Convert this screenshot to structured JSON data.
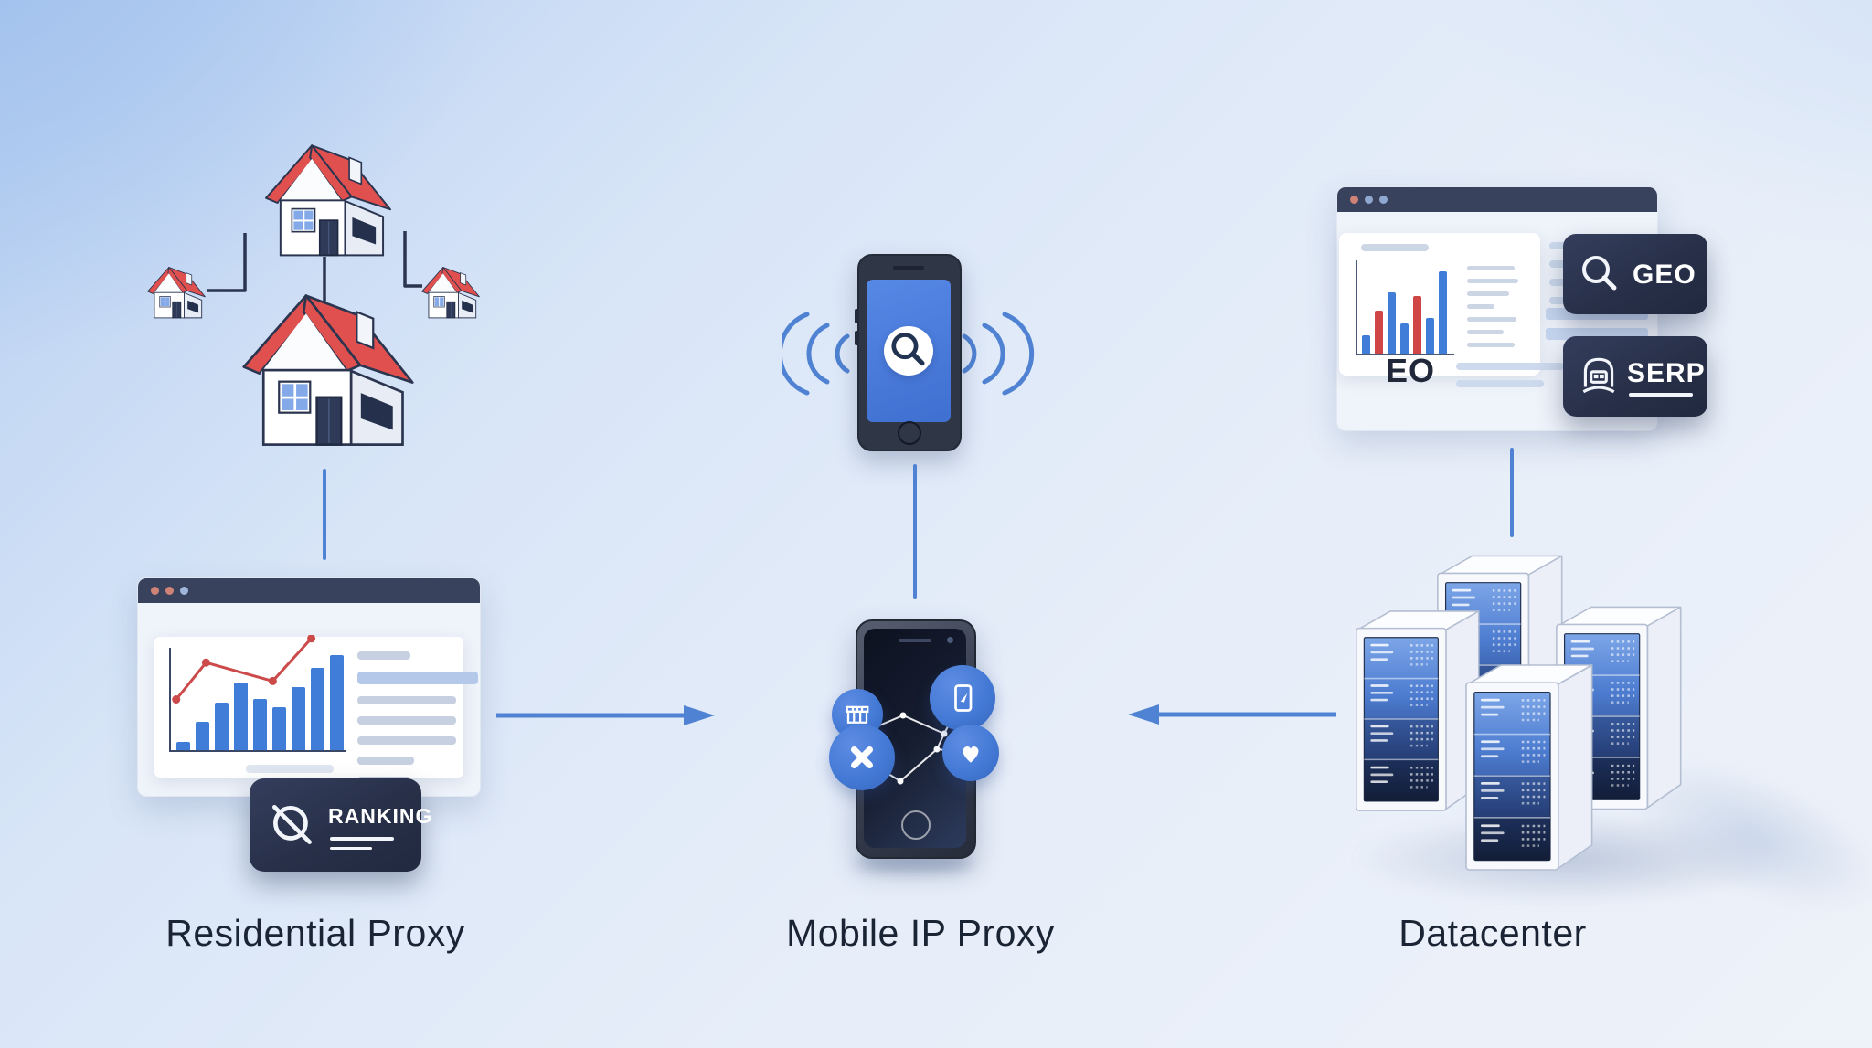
{
  "labels": {
    "residential": "Residential Proxy",
    "mobile": "Mobile IP Proxy",
    "datacenter": "Datacenter"
  },
  "left_browser": {
    "window_dots": [
      "#cf8276",
      "#cf8276",
      "#9fb6dc"
    ],
    "card_lines": {
      "widths": [
        58,
        132,
        108,
        108,
        108,
        62,
        58
      ],
      "highlight_index": 1
    },
    "ranking_badge": {
      "label": "RANKING",
      "icon": "search-slash-icon",
      "underline_widths": [
        70,
        46
      ]
    }
  },
  "mobile": {
    "top_phone_icon": "search-icon",
    "bubble_icons": [
      "storefront-icon",
      "cross-x-icon",
      "phone-send-icon",
      "heart-icon"
    ]
  },
  "right_browser": {
    "window_dots": [
      "#cf8276",
      "#8fa8d0",
      "#8fa8d0"
    ],
    "partial_text": "EO",
    "card_title_width": 74,
    "card_lines": {
      "widths": [
        52,
        56,
        46,
        30,
        54,
        40,
        52
      ],
      "highlight_index": -1
    },
    "bg_lines_right": [
      86,
      86,
      86,
      86
    ],
    "bg_rows": [
      112,
      112
    ],
    "bg_lines_bottom": [
      118,
      96
    ],
    "geo_badge": {
      "label": "GEO",
      "icon": "search-icon"
    },
    "serp_badge": {
      "label": "SERP",
      "icon": "incognito-icon",
      "underline_width": 70
    }
  },
  "chart_data": [
    {
      "type": "bar",
      "location": "left-browser-card",
      "bar_values": [
        8,
        28,
        46,
        66,
        50,
        42,
        62,
        80,
        93
      ],
      "bar_color": "#3f7dd8",
      "overlay_line_points_pct": [
        [
          3,
          44
        ],
        [
          20,
          76
        ],
        [
          58,
          60
        ],
        [
          80,
          97
        ]
      ],
      "line_color": "#cc4a4a"
    },
    {
      "type": "bar",
      "location": "right-browser-card",
      "bar_values": [
        20,
        46,
        66,
        32,
        62,
        38,
        88
      ],
      "bar_colors": [
        "#3f7dd8",
        "#d04545",
        "#3f7dd8",
        "#3f7dd8",
        "#d04545",
        "#3f7dd8",
        "#3f7dd8"
      ]
    }
  ],
  "colors": {
    "background_top_left": "#a9c6ee",
    "background_main": "#e9eff9",
    "accent_blue": "#4f82d2",
    "navy": "#2b3550",
    "badge_navy": "#272f49",
    "roof_red": "#e0504f",
    "bar_blue": "#3f7dd8",
    "bar_red": "#d04545",
    "bubble_blue": "#4a7fd8"
  }
}
